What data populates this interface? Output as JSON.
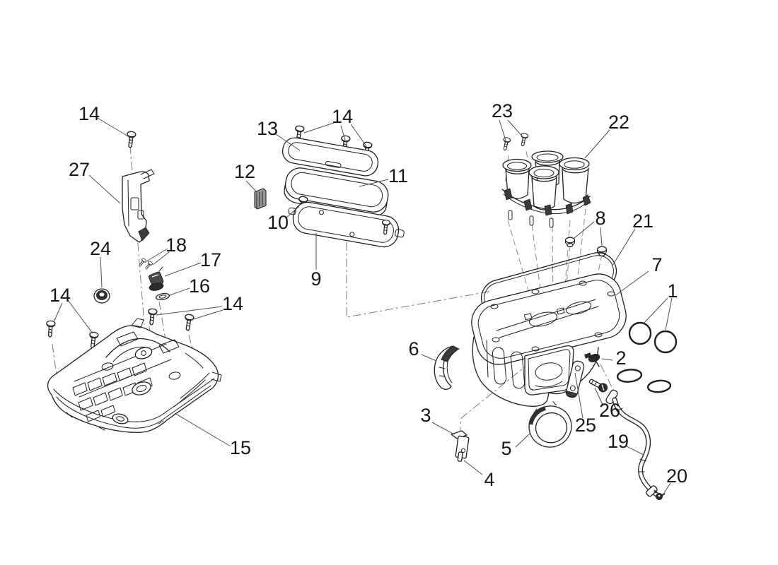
{
  "diagram": {
    "background": "#ffffff",
    "line_color": "#1f1f1f",
    "leader_color": "#4d4d4d",
    "centerline_color": "#7a7a7a",
    "callouts": [
      {
        "id": "14-top-left",
        "label": "14"
      },
      {
        "id": "27",
        "label": "27"
      },
      {
        "id": "13",
        "label": "13"
      },
      {
        "id": "14-top-mid",
        "label": "14"
      },
      {
        "id": "11",
        "label": "11"
      },
      {
        "id": "12",
        "label": "12"
      },
      {
        "id": "10",
        "label": "10"
      },
      {
        "id": "9",
        "label": "9"
      },
      {
        "id": "23",
        "label": "23"
      },
      {
        "id": "22",
        "label": "22"
      },
      {
        "id": "8",
        "label": "8"
      },
      {
        "id": "21",
        "label": "21"
      },
      {
        "id": "7",
        "label": "7"
      },
      {
        "id": "1",
        "label": "1"
      },
      {
        "id": "2",
        "label": "2"
      },
      {
        "id": "24",
        "label": "24"
      },
      {
        "id": "18",
        "label": "18"
      },
      {
        "id": "17",
        "label": "17"
      },
      {
        "id": "16",
        "label": "16"
      },
      {
        "id": "14-left",
        "label": "14"
      },
      {
        "id": "14-mid",
        "label": "14"
      },
      {
        "id": "15",
        "label": "15"
      },
      {
        "id": "6",
        "label": "6"
      },
      {
        "id": "3",
        "label": "3"
      },
      {
        "id": "4",
        "label": "4"
      },
      {
        "id": "5",
        "label": "5"
      },
      {
        "id": "25",
        "label": "25"
      },
      {
        "id": "26",
        "label": "26"
      },
      {
        "id": "19",
        "label": "19"
      },
      {
        "id": "20",
        "label": "20"
      }
    ]
  }
}
